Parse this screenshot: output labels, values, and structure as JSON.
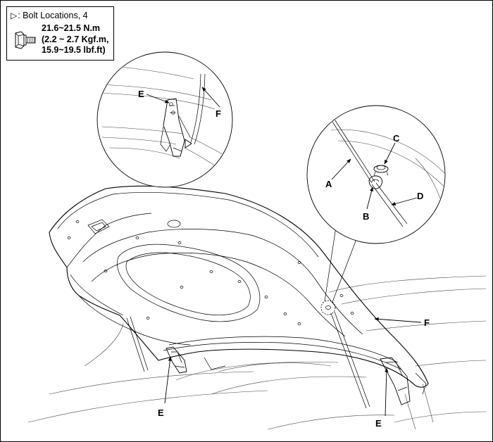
{
  "spec": {
    "legend_symbol": "▷",
    "legend_text": ": Bolt Locations, 4",
    "torque_lines": [
      "21.6~21.5 N.m",
      "(2.2 ~ 2.7 Kgf.m,",
      "15.9~19.5 lbf.ft)"
    ]
  },
  "labels": {
    "detail_hinge_e": "E",
    "detail_hinge_f": "F",
    "detail_clip_a": "A",
    "detail_clip_b": "B",
    "detail_clip_c": "C",
    "detail_clip_d": "D",
    "hood_f": "F",
    "hinge_left_e": "E",
    "hinge_right_e": "E"
  },
  "icons": {
    "bolt": "bolt-icon",
    "bolt_marker": "triangle-marker-icon"
  }
}
